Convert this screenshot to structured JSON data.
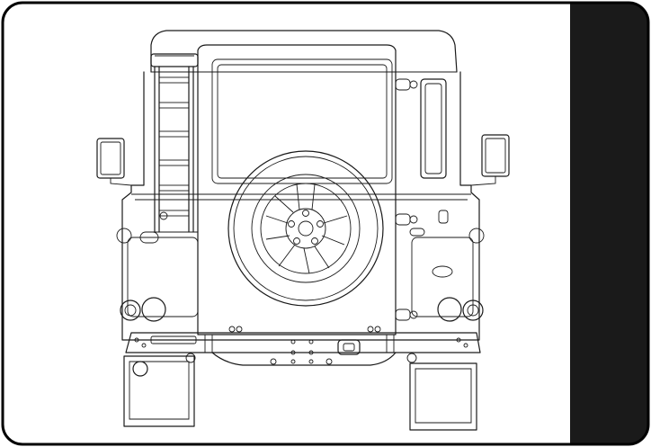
{
  "illustration": {
    "subject": "vehicle-rear-view",
    "spare_wheel_spokes": 5,
    "lug_nuts": 5,
    "ladder_rungs": 6,
    "colors": {
      "stroke": "#1a1a1a",
      "background": "#ffffff",
      "side_tab": "#000000"
    }
  }
}
